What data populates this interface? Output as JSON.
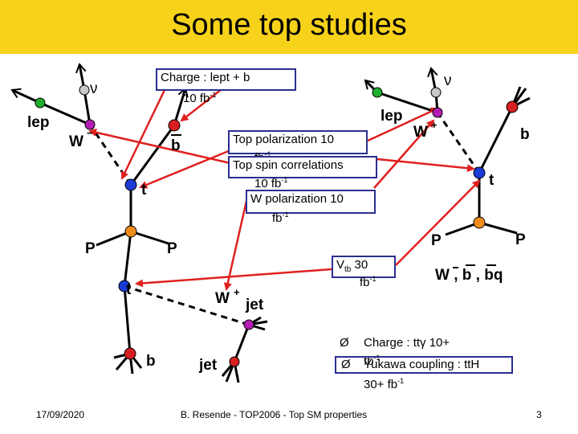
{
  "title": "Some top studies",
  "colors": {
    "header": "#f7d21a",
    "arrow": "#e0201f",
    "box_border": "#2b2f8f",
    "vertex": "#f08c1a",
    "node_blue": "#1a3bd6",
    "node_magenta": "#b31cb3",
    "node_red": "#d6201f",
    "node_green": "#1fae2f",
    "node_grey": "#c8c8c8"
  },
  "boxes": {
    "charge": {
      "line1": "Charge : lept + b",
      "line2": "10 fb",
      "sup": "-1"
    },
    "top_pol": {
      "line1": "Top polarization  10",
      "line2": "fb",
      "sup": "-1"
    },
    "top_spin": {
      "line1": "Top spin correlations",
      "line2": "10 fb",
      "sup": "-1"
    },
    "w_pol": {
      "line1": "W polarization  10",
      "line2": "fb",
      "sup": "-1"
    },
    "vtb": {
      "main": "V",
      "sub": "tb",
      "value": "  30",
      "line2": "fb",
      "sup": "-1"
    }
  },
  "bullets": [
    {
      "text": "Charge : ttγ  10+",
      "cont": "fb",
      "sup": "-1"
    },
    {
      "text": "Yukawa coupling : ttH",
      "cont": "30+ fb",
      "sup": "-1"
    }
  ],
  "bullet_glyph": "Ø",
  "labels": {
    "nu_left": "ν",
    "lep_left": "lep",
    "wminus": "W",
    "wminus_sup": "−",
    "bbar_left": "b",
    "t_left": "t",
    "p_left1": "P",
    "p_left2": "P",
    "t_bottom": "t",
    "wplus": "W",
    "wplus_sup": "+",
    "jet1": "jet",
    "b_bottom": "b",
    "jet2": "jet",
    "nu_right": "ν",
    "lep_right": "lep",
    "wplus_right": "W",
    "wplus_right_sup": "+",
    "b_right": "b",
    "t_right": "t",
    "p_right1": "P",
    "p_right2": "P",
    "decay_list": "W , b , bq"
  },
  "footer": {
    "date": "17/09/2020",
    "center": "B. Resende - TOP2006 - Top SM properties",
    "page": "3"
  }
}
